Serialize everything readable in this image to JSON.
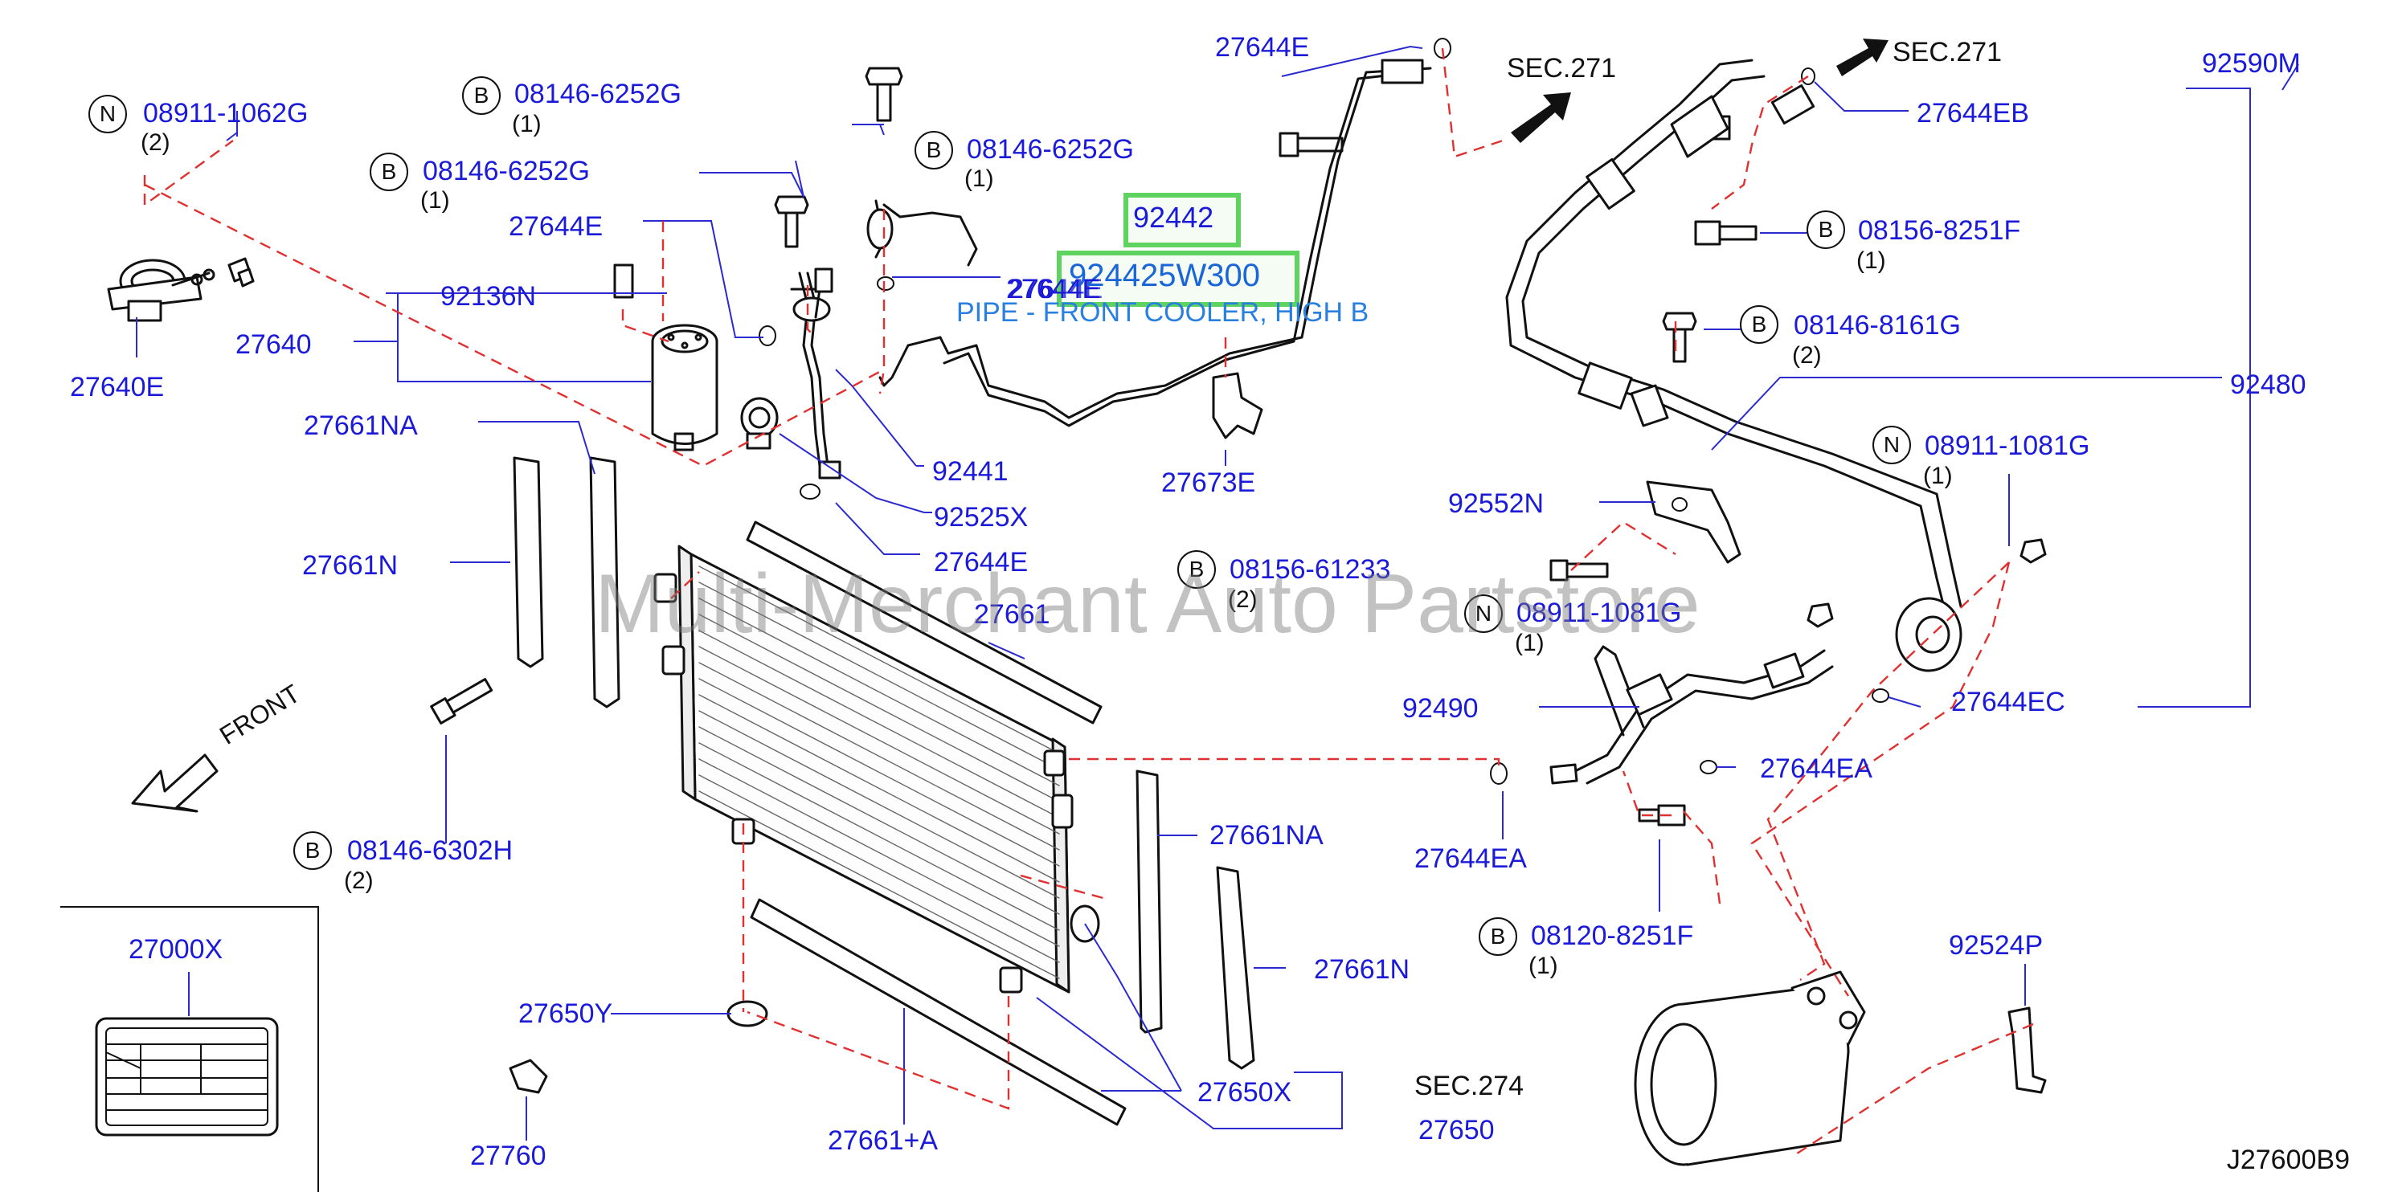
{
  "watermark": "Multi-Merchant Auto Partstore",
  "ref_code": "J27600B9",
  "front_label": "FRONT",
  "sec": {
    "a": "SEC.271",
    "b": "SEC.271",
    "c": "SEC.274"
  },
  "highlight": {
    "code_top": "92442",
    "code_bottom": "924425W300",
    "tooltip": "PIPE - FRONT COOLER, HIGH B"
  },
  "prefix": {
    "n": "N",
    "b": "B"
  },
  "bolts": {
    "n_08911_1062g": {
      "code": "08911-1062G",
      "qty": "(2)"
    },
    "b_08146_6252g_a": {
      "code": "08146-6252G",
      "qty": "(1)"
    },
    "b_08146_6252g_b": {
      "code": "08146-6252G",
      "qty": "(1)"
    },
    "b_08146_6252g_c": {
      "code": "08146-6252G",
      "qty": "(1)"
    },
    "b_08156_8251f": {
      "code": "08156-8251F",
      "qty": "(1)"
    },
    "b_08146_8161g": {
      "code": "08146-8161G",
      "qty": "(2)"
    },
    "n_08911_1081g_a": {
      "code": "08911-1081G",
      "qty": "(1)"
    },
    "b_08156_61233": {
      "code": "08156-61233",
      "qty": "(2)"
    },
    "n_08911_1081g_b": {
      "code": "08911-1081G",
      "qty": "(1)"
    },
    "b_08146_6302h": {
      "code": "08146-6302H",
      "qty": "(2)"
    },
    "b_08120_8251f": {
      "code": "08120-8251F",
      "qty": "(1)"
    }
  },
  "parts": {
    "p27644e_top": "27644E",
    "p27644eb": "27644EB",
    "p92590m": "92590M",
    "p27644e_a": "27644E",
    "p27644e_b": "27644E",
    "p92136n": "92136N",
    "p27640": "27640",
    "p27640e": "27640E",
    "p27661na_a": "27661NA",
    "p27661n_a": "27661N",
    "p92441": "92441",
    "p92525x": "92525X",
    "p27644e_c": "27644E",
    "p27673e": "27673E",
    "p92480": "92480",
    "p92552n": "92552N",
    "p27661": "27661",
    "p92490": "92490",
    "p27644ec": "27644EC",
    "p27644ea_a": "27644EA",
    "p27644ea_b": "27644EA",
    "p27661na_b": "27661NA",
    "p27661n_b": "27661N",
    "p27000x": "27000X",
    "p27650y": "27650Y",
    "p27760": "27760",
    "p27661a": "27661+A",
    "p27650x": "27650X",
    "p27650": "27650",
    "p92524p": "92524P"
  }
}
